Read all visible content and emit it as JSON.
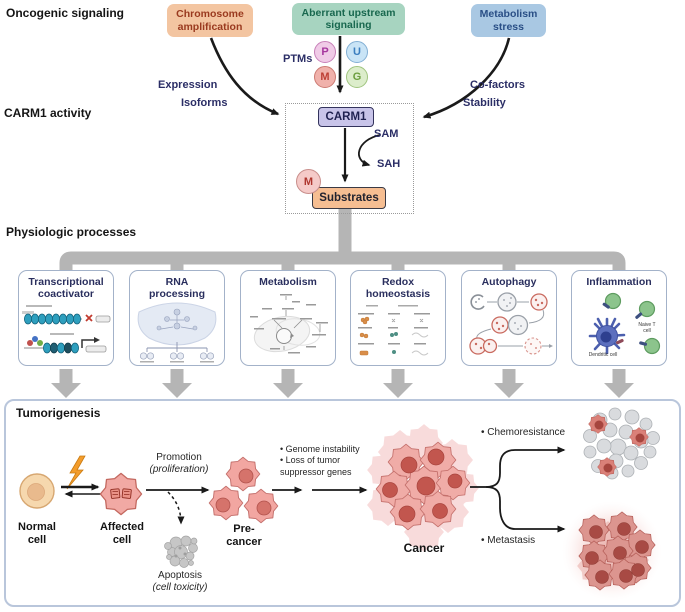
{
  "sections": {
    "oncogenic": "Oncogenic signaling",
    "carm1_activity": "CARM1 activity",
    "physiologic": "Physiologic processes"
  },
  "top_boxes": [
    {
      "label": "Chromosome\namplification"
    },
    {
      "label": "Aberrant upstream\nsignaling"
    },
    {
      "label": "Metabolism\nstress"
    }
  ],
  "ptms": {
    "label": "PTMs",
    "p": "P",
    "u": "U",
    "m": "M",
    "g": "G"
  },
  "arrow_labels": {
    "expression": "Expression",
    "isoforms": "Isoforms",
    "cofactors": "Co-factors",
    "stability": "Stability"
  },
  "carm1_core": {
    "enzyme": "CARM1",
    "sam": "SAM",
    "sah": "SAH",
    "m_tag": "M",
    "substrates": "Substrates"
  },
  "process_boxes": [
    {
      "title": "Transcriptional\ncoactivator"
    },
    {
      "title": "RNA\nprocessing"
    },
    {
      "title": "Metabolism"
    },
    {
      "title": "Redox\nhomeostasis"
    },
    {
      "title": "Autophagy"
    },
    {
      "title": "Inflammation"
    }
  ],
  "inflammation": {
    "naive_t": "Naive T\ncell",
    "dendritic": "Dendritic cell"
  },
  "tumorigenesis": {
    "title": "Tumorigenesis",
    "normal_cell": "Normal\ncell",
    "affected_cell": "Affected\ncell",
    "promotion": "Promotion",
    "promotion_sub": "(proliferation)",
    "apoptosis": "Apoptosis",
    "apoptosis_sub": "(cell toxicity)",
    "precancer": "Pre-\ncancer",
    "genome_notes": "• Genome instability\n• Loss of tumor\nsuppressor genes",
    "cancer": "Cancer",
    "chemoresistance": "• Chemoresistance",
    "metastasis": "• Metastasis"
  },
  "colors": {
    "chromosome_box_bg": "#f3c5a1",
    "chromosome_box_text": "#9a3a1f",
    "aberrant_box_bg": "#a7d4c0",
    "aberrant_box_text": "#19684f",
    "metabolism_box_bg": "#a9c8e3",
    "metabolism_box_text": "#2a4f86",
    "carm1_box_bg": "#c8c4e9",
    "substrates_box_bg": "#f6be92",
    "ptm_p_bg": "#f0cbe7",
    "ptm_u_bg": "#c9e4f6",
    "ptm_m_bg": "#f0b1ab",
    "ptm_g_bg": "#dcedcb",
    "connector_gray": "#b5b5b5",
    "navy_text": "#2b2e66"
  }
}
